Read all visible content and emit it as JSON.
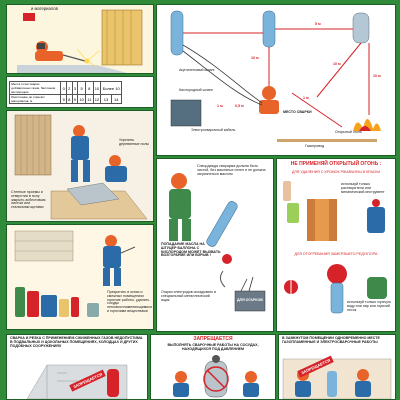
{
  "top_left": {
    "note": "и материалов"
  },
  "gas_table": {
    "row1_label": "Места точки сварки доСварочных газов, баллоном кислородом",
    "row1_values": [
      "0",
      "2",
      "3",
      "5",
      "8",
      "10",
      "Более 10"
    ],
    "row2_label": "Расстояние до горючих материалов, м",
    "row2_values": [
      "5",
      "8",
      "9",
      "10",
      "11",
      "12",
      "13",
      "14"
    ]
  },
  "mid_left_notes": {
    "barriers": "Укрепить деревянные полы",
    "walls": "Стенные проемы и отверстия в полу закрыть асбестовым листом или стальными щитами",
    "containers": "Прекратить в окнах и смежных помещениях горючие работы, удалить сосуды легковоспламеняющимися и горючими веществами"
  },
  "diagram": {
    "acetylene_hose": "Ацетиленовый шланг",
    "oxygen_hose": "Кислородный шланг",
    "electric_cable": "Электросварочный кабель",
    "welding_place": "МЕСТО СВАРКИ",
    "open_fire": "Открытый огонь",
    "gas_pipe": "Газопровод",
    "d_5m": "5 м",
    "d_10m_a": "10 м",
    "d_10m_b": "10 м",
    "d_10m_c": "10 м",
    "d_1m": "1 м",
    "d_05m": "0,5 м",
    "d_1m_b": "1 м"
  },
  "center": {
    "clothing_note": "Спецодежда сварщика должна быть чистой, без масляных пятен и не должна загрязняться маслом",
    "oil_warning": "ПОПАДАНИЕ МАСЛА НА ШТУЦЕР БАЛЛОНА С КИСЛОРОДОМ МОЖЕТ ВЫЗВАТЬ ВОЗГОРАНИЕ ИЛИ ВЗРЫВ !",
    "stubs_note": "Огарки электродов складывать в специальный металлический ящик",
    "box_label": "ДЛЯ ОГАРКОВ"
  },
  "right": {
    "title": "НЕ ПРИМЕНЯЙ ОТКРЫТЫЙ ОГОНЬ :",
    "sub1": "ДЛЯ УДАЛЕНИЯ С КРОМОК РЖАВЧИНЫ И КРАСКИ",
    "note1": "используй только растворители или механический инструмент",
    "sub2": "ДЛЯ ОТОГРЕВАНИЯ ЗАМЕРЗШЕГО РЕДУКТОРА",
    "note2": "используй только горячую воду или пар или горячий песок"
  },
  "bottom": {
    "left_text": "СВАРКА И РЕЗКА С ПРИМЕНЕНИЕМ СЖИЖЕННЫХ ГАЗОВ НЕДОПУСТИМА В ПОДВАЛЬНЫХ И ЦОКОЛЬНЫХ ПОМЕЩЕНИЯХ, КОЛОДЦАХ И ДРУГИХ ПОДОБНЫХ СООРУЖЕНИЯХ",
    "center_title": "ЗАПРЕЩАЕТСЯ",
    "center_text": "ВЫПОЛНЯТЬ СВАРОЧНЫЕ РАБОТЫ НА СОСУДАХ, НАХОДЯЩИХСЯ ПОД ДАВЛЕНИЕМ",
    "right_text": "В ЗАМКНУТОМ ПОМЕЩЕНИИ ОДНОВРЕМЕННО МЕСТЕ ГАЗОПЛАМЕННЫЕ И ЭЛЕКТРОСВАРОЧНЫЕ РАБОТЫ",
    "banned_label": "ЗАПРЕЩАЕТСЯ"
  },
  "colors": {
    "background": "#2f8a3a",
    "warning_red": "#d6232a",
    "worker_orange": "#e8632a",
    "cylinder_blue": "#7ab4dd",
    "cylinder_green": "#3f8a4a"
  }
}
